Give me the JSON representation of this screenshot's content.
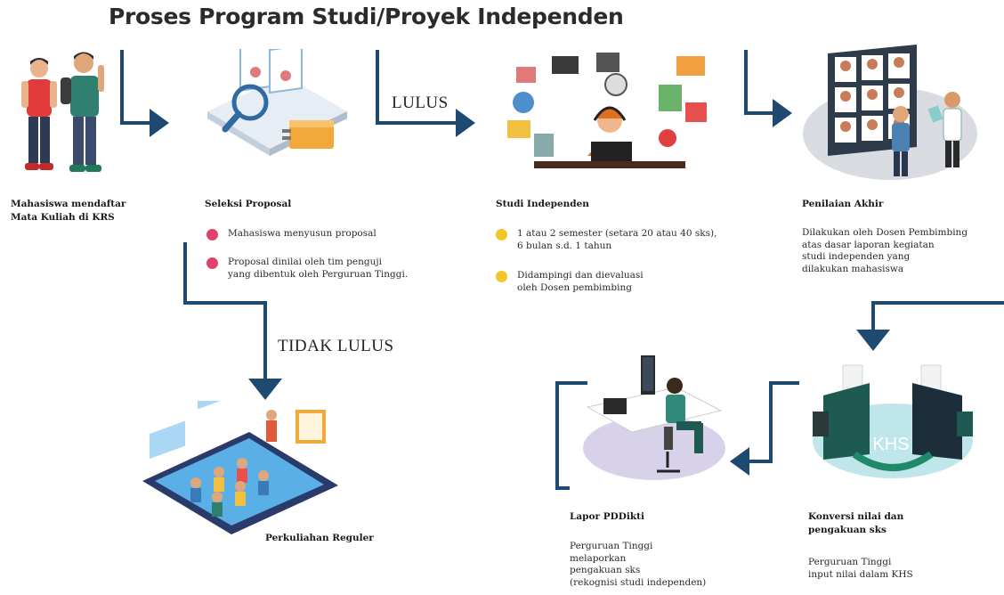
{
  "title": "Proses Program Studi/Proyek Independen",
  "labels": {
    "lulus": "LULUS",
    "tidak_lulus": "TIDAK LULUS"
  },
  "colors": {
    "arrow": "#1e4a72",
    "bullet_pink": "#e0416b",
    "bullet_yellow": "#f2c624"
  },
  "steps": {
    "daftar": {
      "title": [
        "Mahasiswa mendaftar",
        "Mata Kuliah di KRS"
      ]
    },
    "seleksi": {
      "title": "Seleksi Proposal",
      "bullets": [
        [
          "Mahasiswa menyusun proposal"
        ],
        [
          "Proposal dinilai oleh tim penguji",
          "yang dibentuk oleh Perguruan Tinggi."
        ]
      ]
    },
    "studi": {
      "title": "Studi Independen",
      "bullets": [
        [
          "1 atau 2 semester (setara 20 atau 40 sks),",
          "6 bulan s.d. 1 tahun"
        ],
        [
          "Didampingi dan dievaluasi",
          "oleh Dosen pembimbing"
        ]
      ]
    },
    "penilaian": {
      "title": "Penilaian Akhir",
      "text": [
        "Dilakukan oleh Dosen Pembimbing",
        "atas dasar laporan kegiatan",
        "studi independen yang",
        "dilakukan mahasiswa"
      ]
    },
    "reguler": {
      "title": "Perkuliahan Reguler"
    },
    "konversi": {
      "title": [
        "Konversi nilai dan",
        "pengakuan sks"
      ],
      "text": [
        "Perguruan Tinggi",
        "input nilai dalam KHS"
      ],
      "badge": "KHS"
    },
    "lapor": {
      "title": "Lapor PDDikti",
      "text": [
        "Perguruan Tinggi",
        "melaporkan",
        "pengakuan sks",
        "(rekognisi studi independen)"
      ]
    }
  },
  "illustrations": [
    "students-illustration",
    "proposal-review-illustration",
    "independent-study-illustration",
    "final-assessment-illustration",
    "regular-class-illustration",
    "grade-conversion-illustration",
    "report-pddikti-illustration"
  ]
}
